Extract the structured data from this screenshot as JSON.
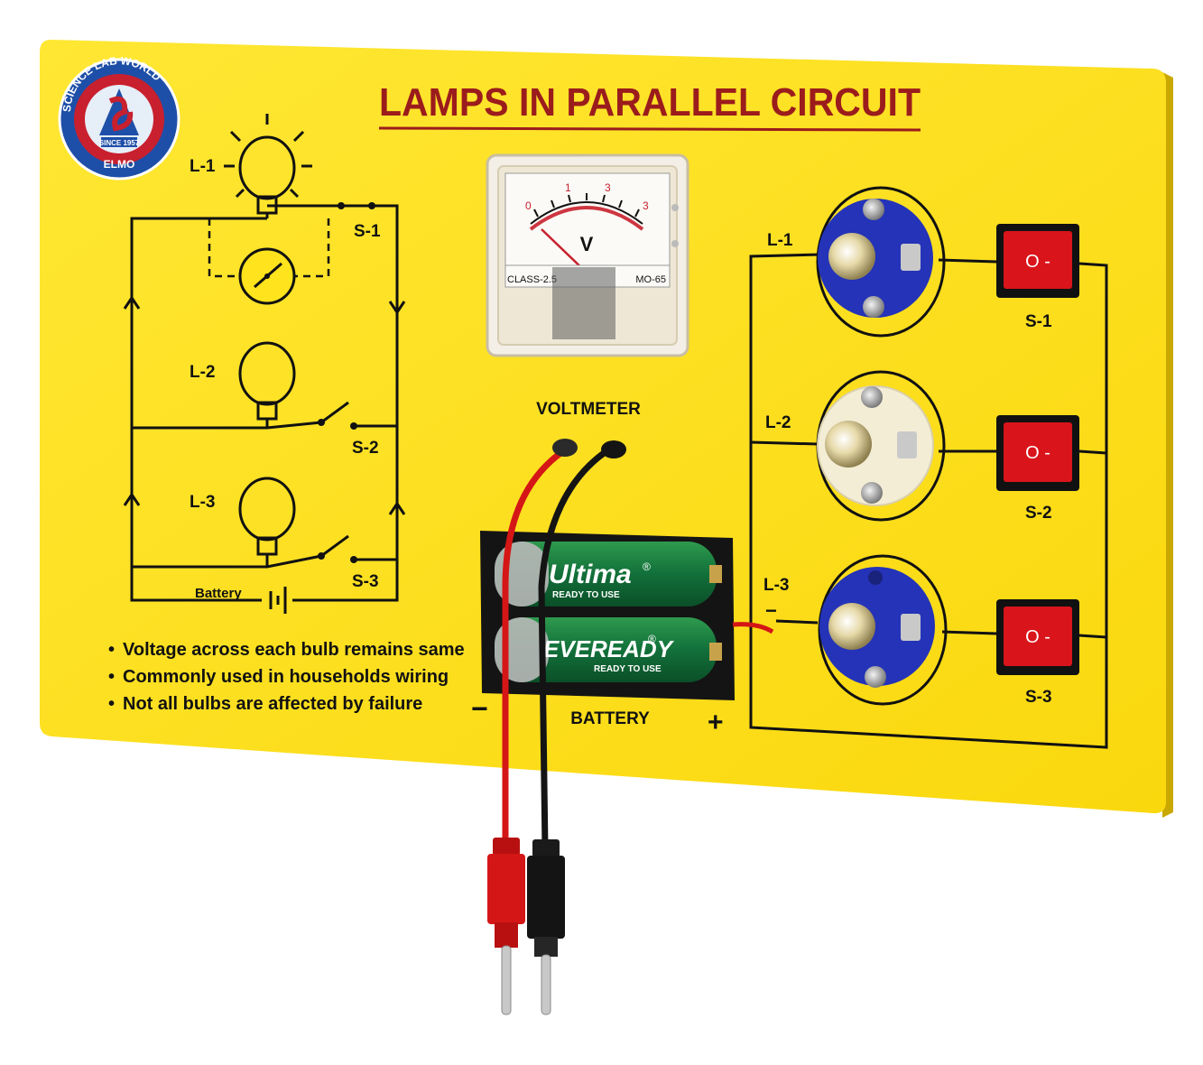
{
  "board": {
    "title": "LAMPS IN PARALLEL CIRCUIT",
    "colors": {
      "board": "#FFE31C",
      "title": "#9B1C1C",
      "lampholder": "#2433B8",
      "switch": "#D9141B",
      "wire_red": "#D51616",
      "wire_black": "#141414"
    }
  },
  "logo": {
    "ring_text": "SCIENCE LAB WORLD",
    "since": "SINCE 1957",
    "brand": "ELMO",
    "icon": "science-lab-world-logo-icon"
  },
  "diagram": {
    "lamp_labels": [
      "L-1",
      "L-2",
      "L-3"
    ],
    "switch_labels": [
      "S-1",
      "S-2",
      "S-3"
    ],
    "battery_label": "Battery",
    "icons": [
      "bulb-icon",
      "meter-icon",
      "switch-icon",
      "battery-symbol-icon",
      "arrow-icon"
    ]
  },
  "notes": [
    "Voltage across each bulb remains same",
    "Commonly used in households wiring",
    "Not all bulbs are affected by failure"
  ],
  "voltmeter": {
    "label": "VOLTMETER",
    "unit": "V",
    "class_text": "CLASS-2.5",
    "model_text": "MO-65",
    "scale_labels": [
      "0",
      "1",
      "3",
      "3"
    ]
  },
  "battery_pack": {
    "label": "BATTERY",
    "minus": "−",
    "plus": "+",
    "cells": [
      {
        "brand": "Ultima",
        "registered": "®",
        "tagline": "READY TO USE"
      },
      {
        "brand": "EVEREADY",
        "registered": "®",
        "tagline": "READY TO USE"
      }
    ]
  },
  "circuit": {
    "lamp_labels": [
      "L-1",
      "L-2",
      "L-3"
    ],
    "switch_labels": [
      "S-1",
      "S-2",
      "S-3"
    ],
    "switch_glyph": "O -",
    "minus_mark": "−"
  }
}
